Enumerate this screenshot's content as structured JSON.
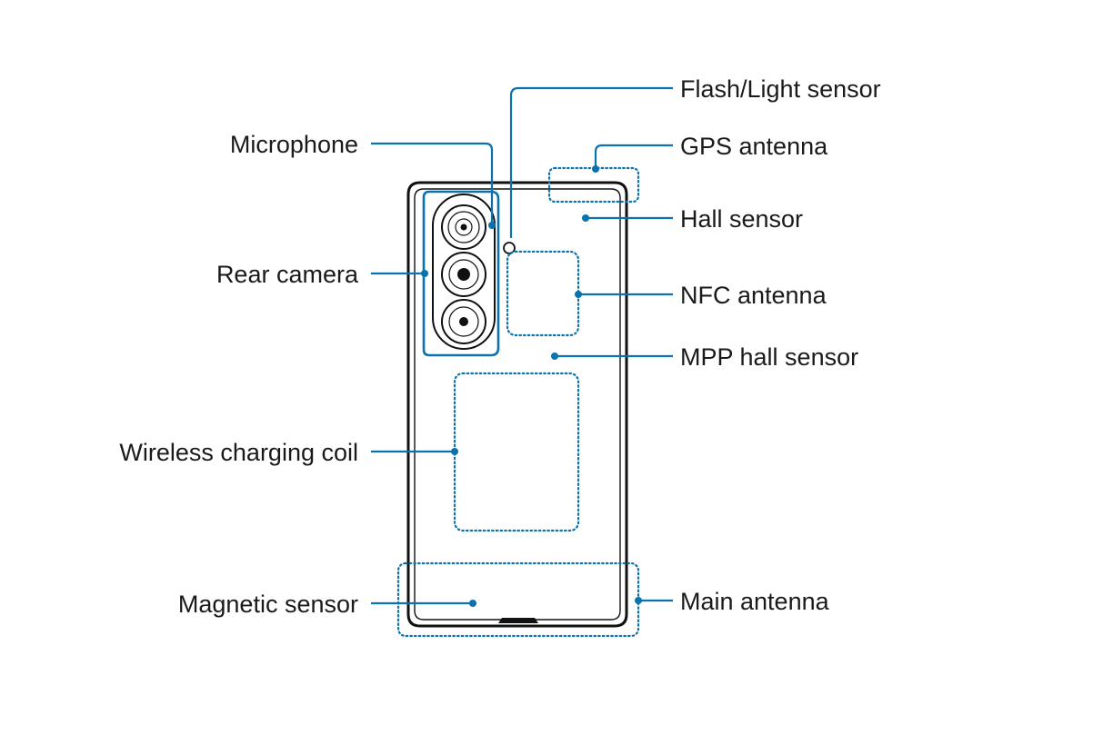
{
  "labels": {
    "flash_light_sensor": "Flash/Light sensor",
    "gps_antenna": "GPS antenna",
    "microphone": "Microphone",
    "hall_sensor": "Hall sensor",
    "rear_camera": "Rear camera",
    "nfc_antenna": "NFC antenna",
    "mpp_hall_sensor": "MPP hall sensor",
    "wireless_charging_coil": "Wireless charging coil",
    "magnetic_sensor": "Magnetic sensor",
    "main_antenna": "Main antenna"
  },
  "colors": {
    "callout": "#0a72ad",
    "outline": "#111111",
    "text": "#1a1a1a"
  }
}
